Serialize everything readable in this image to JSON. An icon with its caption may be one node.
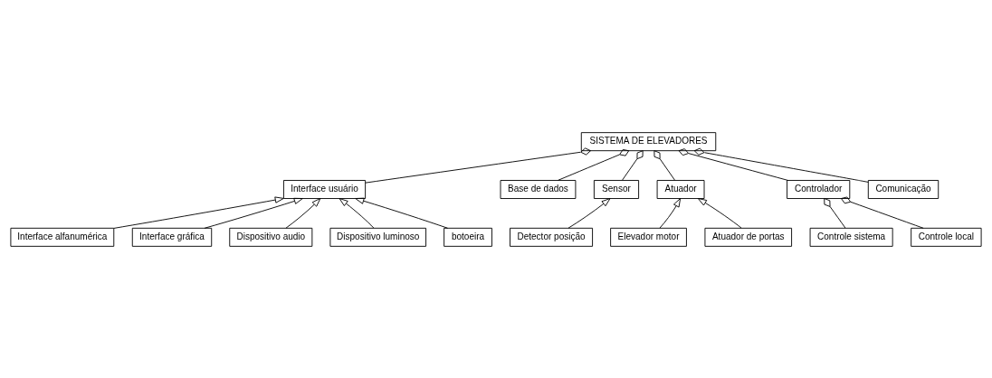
{
  "diagram": {
    "nodes": [
      {
        "text": [
          "SISTEMA DE ELEVADORES"
        ]
      },
      {
        "text": [
          "Interface usuário"
        ]
      },
      {
        "text": [
          "Base de dados"
        ]
      },
      {
        "text": [
          "Sensor"
        ]
      },
      {
        "text": [
          "Interface alfanumérica"
        ]
      },
      {
        "text": [
          "Interface gráfica"
        ]
      },
      {
        "text": [
          "Dispositivo audio"
        ]
      },
      {
        "text": [
          "Dispositivo luminoso"
        ]
      },
      {
        "text": [
          "Detector posição"
        ]
      },
      {
        "text": [
          "Atuador"
        ]
      },
      {
        "text": [
          "botoeira"
        ]
      },
      {
        "text": [
          "Controlador"
        ]
      },
      {
        "text": [
          "Comunicação"
        ]
      },
      {
        "text": [
          "Controle sistema"
        ]
      },
      {
        "text": [
          "Controle local"
        ]
      },
      {
        "text": [
          "Elevador motor"
        ]
      },
      {
        "text": [
          "Atuador de portas"
        ]
      }
    ],
    "edges": [
      {
        "from": 0,
        "to": 1,
        "arrow": "other"
      },
      {
        "from": 0,
        "to": 11,
        "arrow": "other"
      },
      {
        "from": 0,
        "to": 2,
        "arrow": "other"
      },
      {
        "from": 0,
        "to": 12,
        "arrow": "other"
      },
      {
        "from": 0,
        "to": 3,
        "arrow": "other"
      },
      {
        "from": 0,
        "to": 9,
        "arrow": "other"
      },
      {
        "from": 4,
        "to": 1,
        "arrow": "to"
      },
      {
        "from": 5,
        "to": 1,
        "arrow": "to"
      },
      {
        "from": 6,
        "to": 1,
        "arrow": "to"
      },
      {
        "from": 7,
        "to": 1,
        "arrow": "to"
      },
      {
        "from": 10,
        "to": 1,
        "arrow": "to"
      },
      {
        "from": 8,
        "to": 3,
        "arrow": "to"
      },
      {
        "from": 11,
        "to": 13,
        "arrow": "other"
      },
      {
        "from": 11,
        "to": 14,
        "arrow": "other"
      },
      {
        "from": 15,
        "to": 9,
        "arrow": "to"
      },
      {
        "from": 16,
        "to": 9,
        "arrow": "to"
      }
    ]
  }
}
